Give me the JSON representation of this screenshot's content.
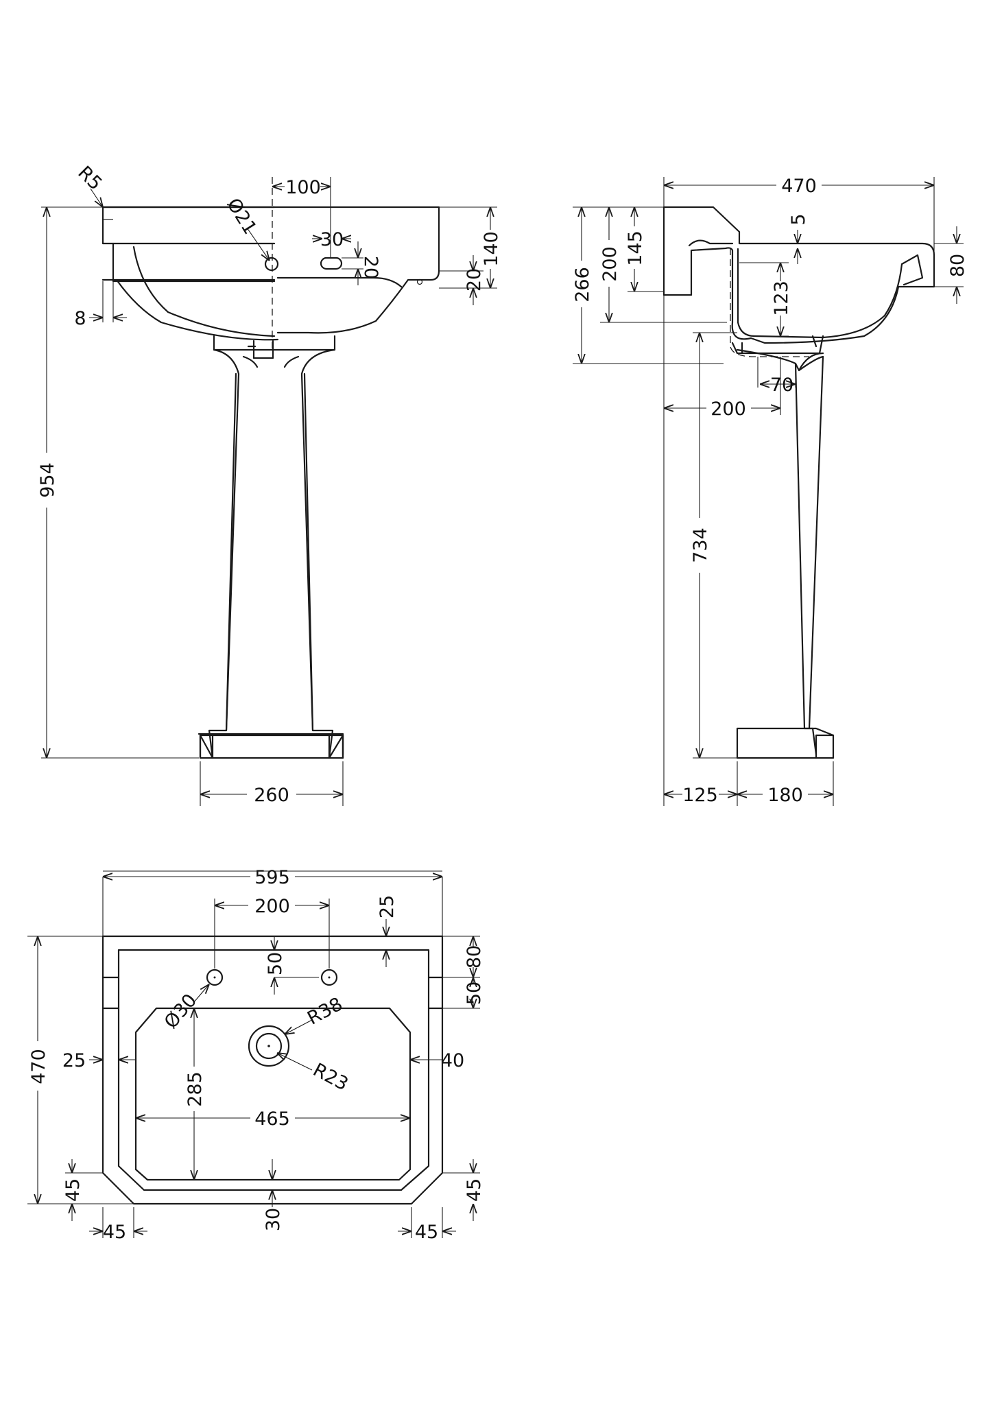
{
  "front_view": {
    "width_260": "260",
    "height_954": "954",
    "offset_100": "100",
    "slot_30": "30",
    "slot_20": "20",
    "rim_20": "20",
    "rim_140": "140",
    "radius_r5": "R5",
    "tap_dia_21": "Ø21",
    "back_8": "8"
  },
  "side_view": {
    "depth_470": "470",
    "h_266": "266",
    "h_200": "200",
    "h_145": "145",
    "h_5": "5",
    "h_80": "80",
    "h_123": "123",
    "w_70": "70",
    "w_200": "200",
    "h_734": "734",
    "base_125": "125",
    "base_180": "180"
  },
  "top_view": {
    "width_595": "595",
    "tap_200": "200",
    "top_25": "25",
    "tap_50": "50",
    "right_80": "80",
    "right_50": "50",
    "dia_30": "Ø30",
    "r38": "R38",
    "r23": "R23",
    "left_25": "25",
    "right_40": "40",
    "depth_470": "470",
    "bowl_285": "285",
    "bowl_465": "465",
    "chamfer_45_lv": "45",
    "chamfer_45_rv": "45",
    "bottom_30": "30",
    "chamfer_45_lh": "45",
    "chamfer_45_rh": "45"
  }
}
